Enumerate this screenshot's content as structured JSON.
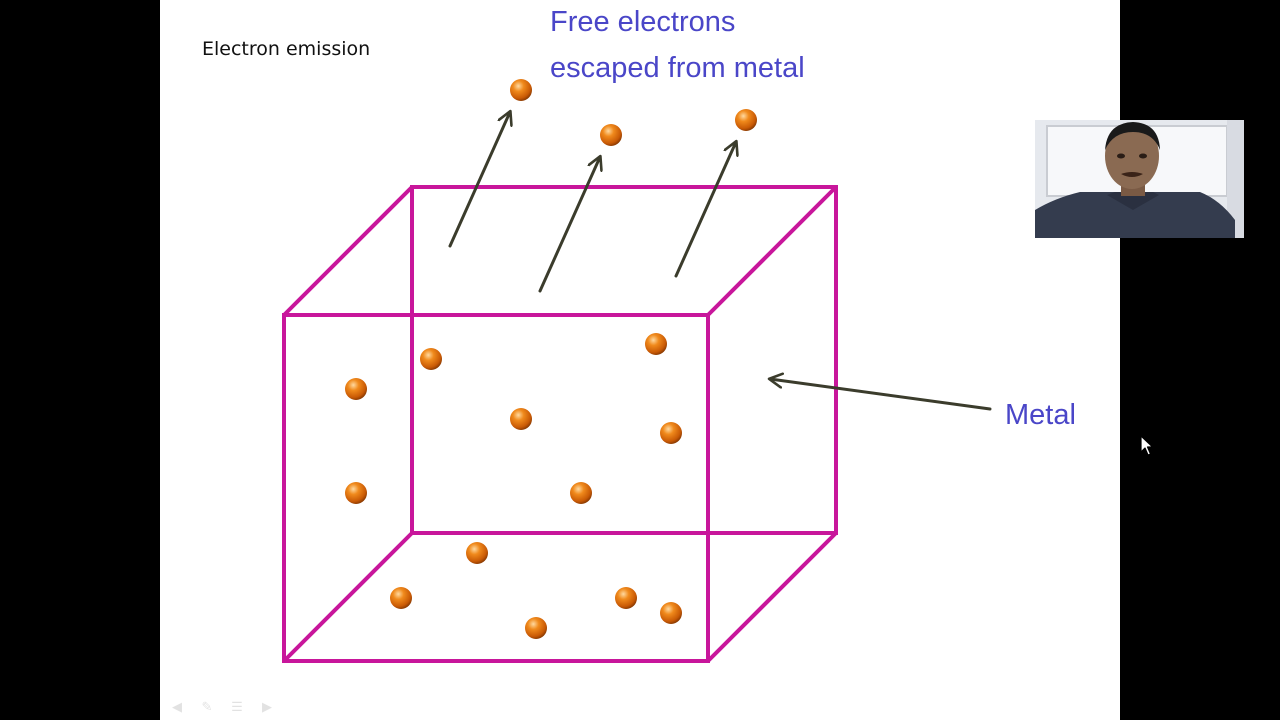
{
  "slide": {
    "title": "Electron emission",
    "label_free_line1": "Free electrons",
    "label_free_line2": "escaped from metal",
    "label_metal": "Metal"
  },
  "colors": {
    "background": "#000000",
    "slide": "#ffffff",
    "box_edge": "#c8169b",
    "arrow": "#3b3c2c",
    "electron": "#e8780c",
    "label_text": "#4a46c8"
  },
  "icons": {
    "presenter": "webcam-presenter-feed",
    "cursor": "mouse-pointer-icon",
    "controls": [
      "previous-icon",
      "pen-icon",
      "menu-icon",
      "next-icon"
    ]
  }
}
